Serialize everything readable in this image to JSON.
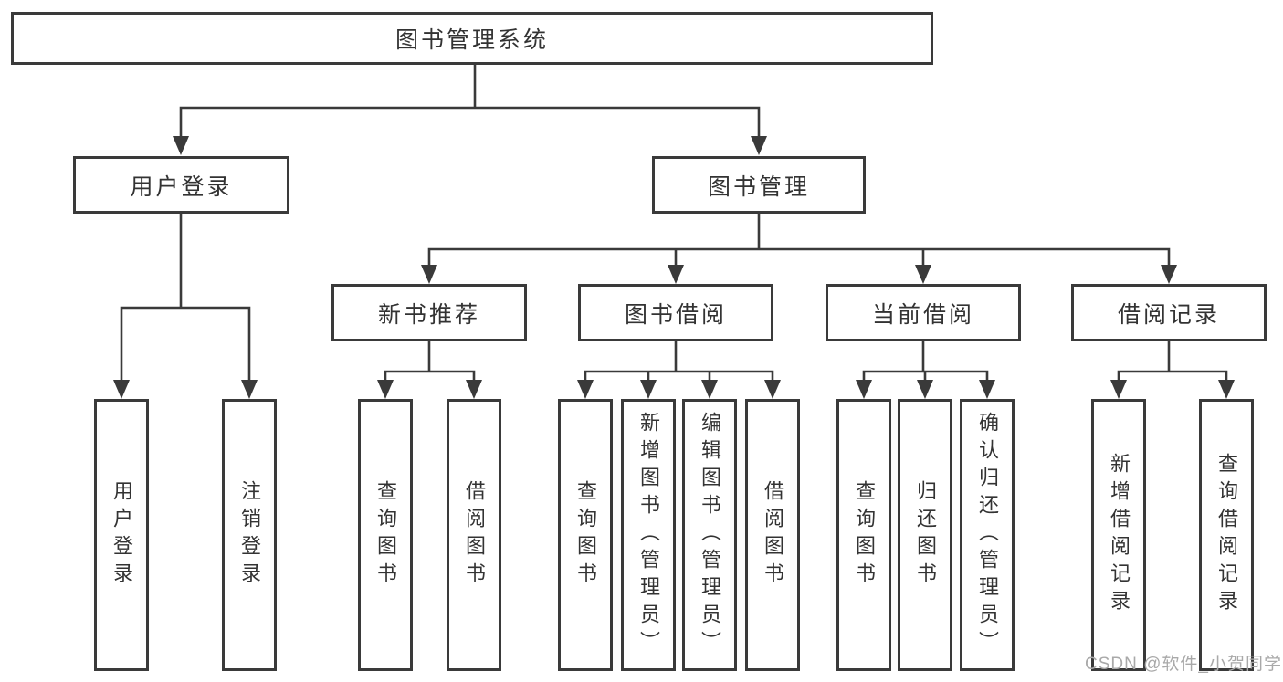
{
  "diagram": {
    "root": {
      "label": "图书管理系统"
    },
    "children": [
      {
        "label": "用户登录",
        "children": [
          {
            "label": "用户登录"
          },
          {
            "label": "注销登录"
          }
        ]
      },
      {
        "label": "图书管理",
        "children": [
          {
            "label": "新书推荐",
            "children": [
              {
                "label": "查询图书"
              },
              {
                "label": "借阅图书"
              }
            ]
          },
          {
            "label": "图书借阅",
            "children": [
              {
                "label": "查询图书"
              },
              {
                "label": "新增图书（管理员）"
              },
              {
                "label": "编辑图书（管理员）"
              },
              {
                "label": "借阅图书"
              }
            ]
          },
          {
            "label": "当前借阅",
            "children": [
              {
                "label": "查询图书"
              },
              {
                "label": "归还图书"
              },
              {
                "label": "确认归还（管理员）"
              }
            ]
          },
          {
            "label": "借阅记录",
            "children": [
              {
                "label": "新增借阅记录"
              },
              {
                "label": "查询借阅记录"
              }
            ]
          }
        ]
      }
    ]
  },
  "watermark": {
    "text": "CSDN @软件_小贺同学"
  },
  "colors": {
    "line": "#3a3a3a",
    "text": "#333333",
    "box_fill": "#ffffff",
    "background": "#ffffff",
    "watermark": "#a9a9a9"
  }
}
